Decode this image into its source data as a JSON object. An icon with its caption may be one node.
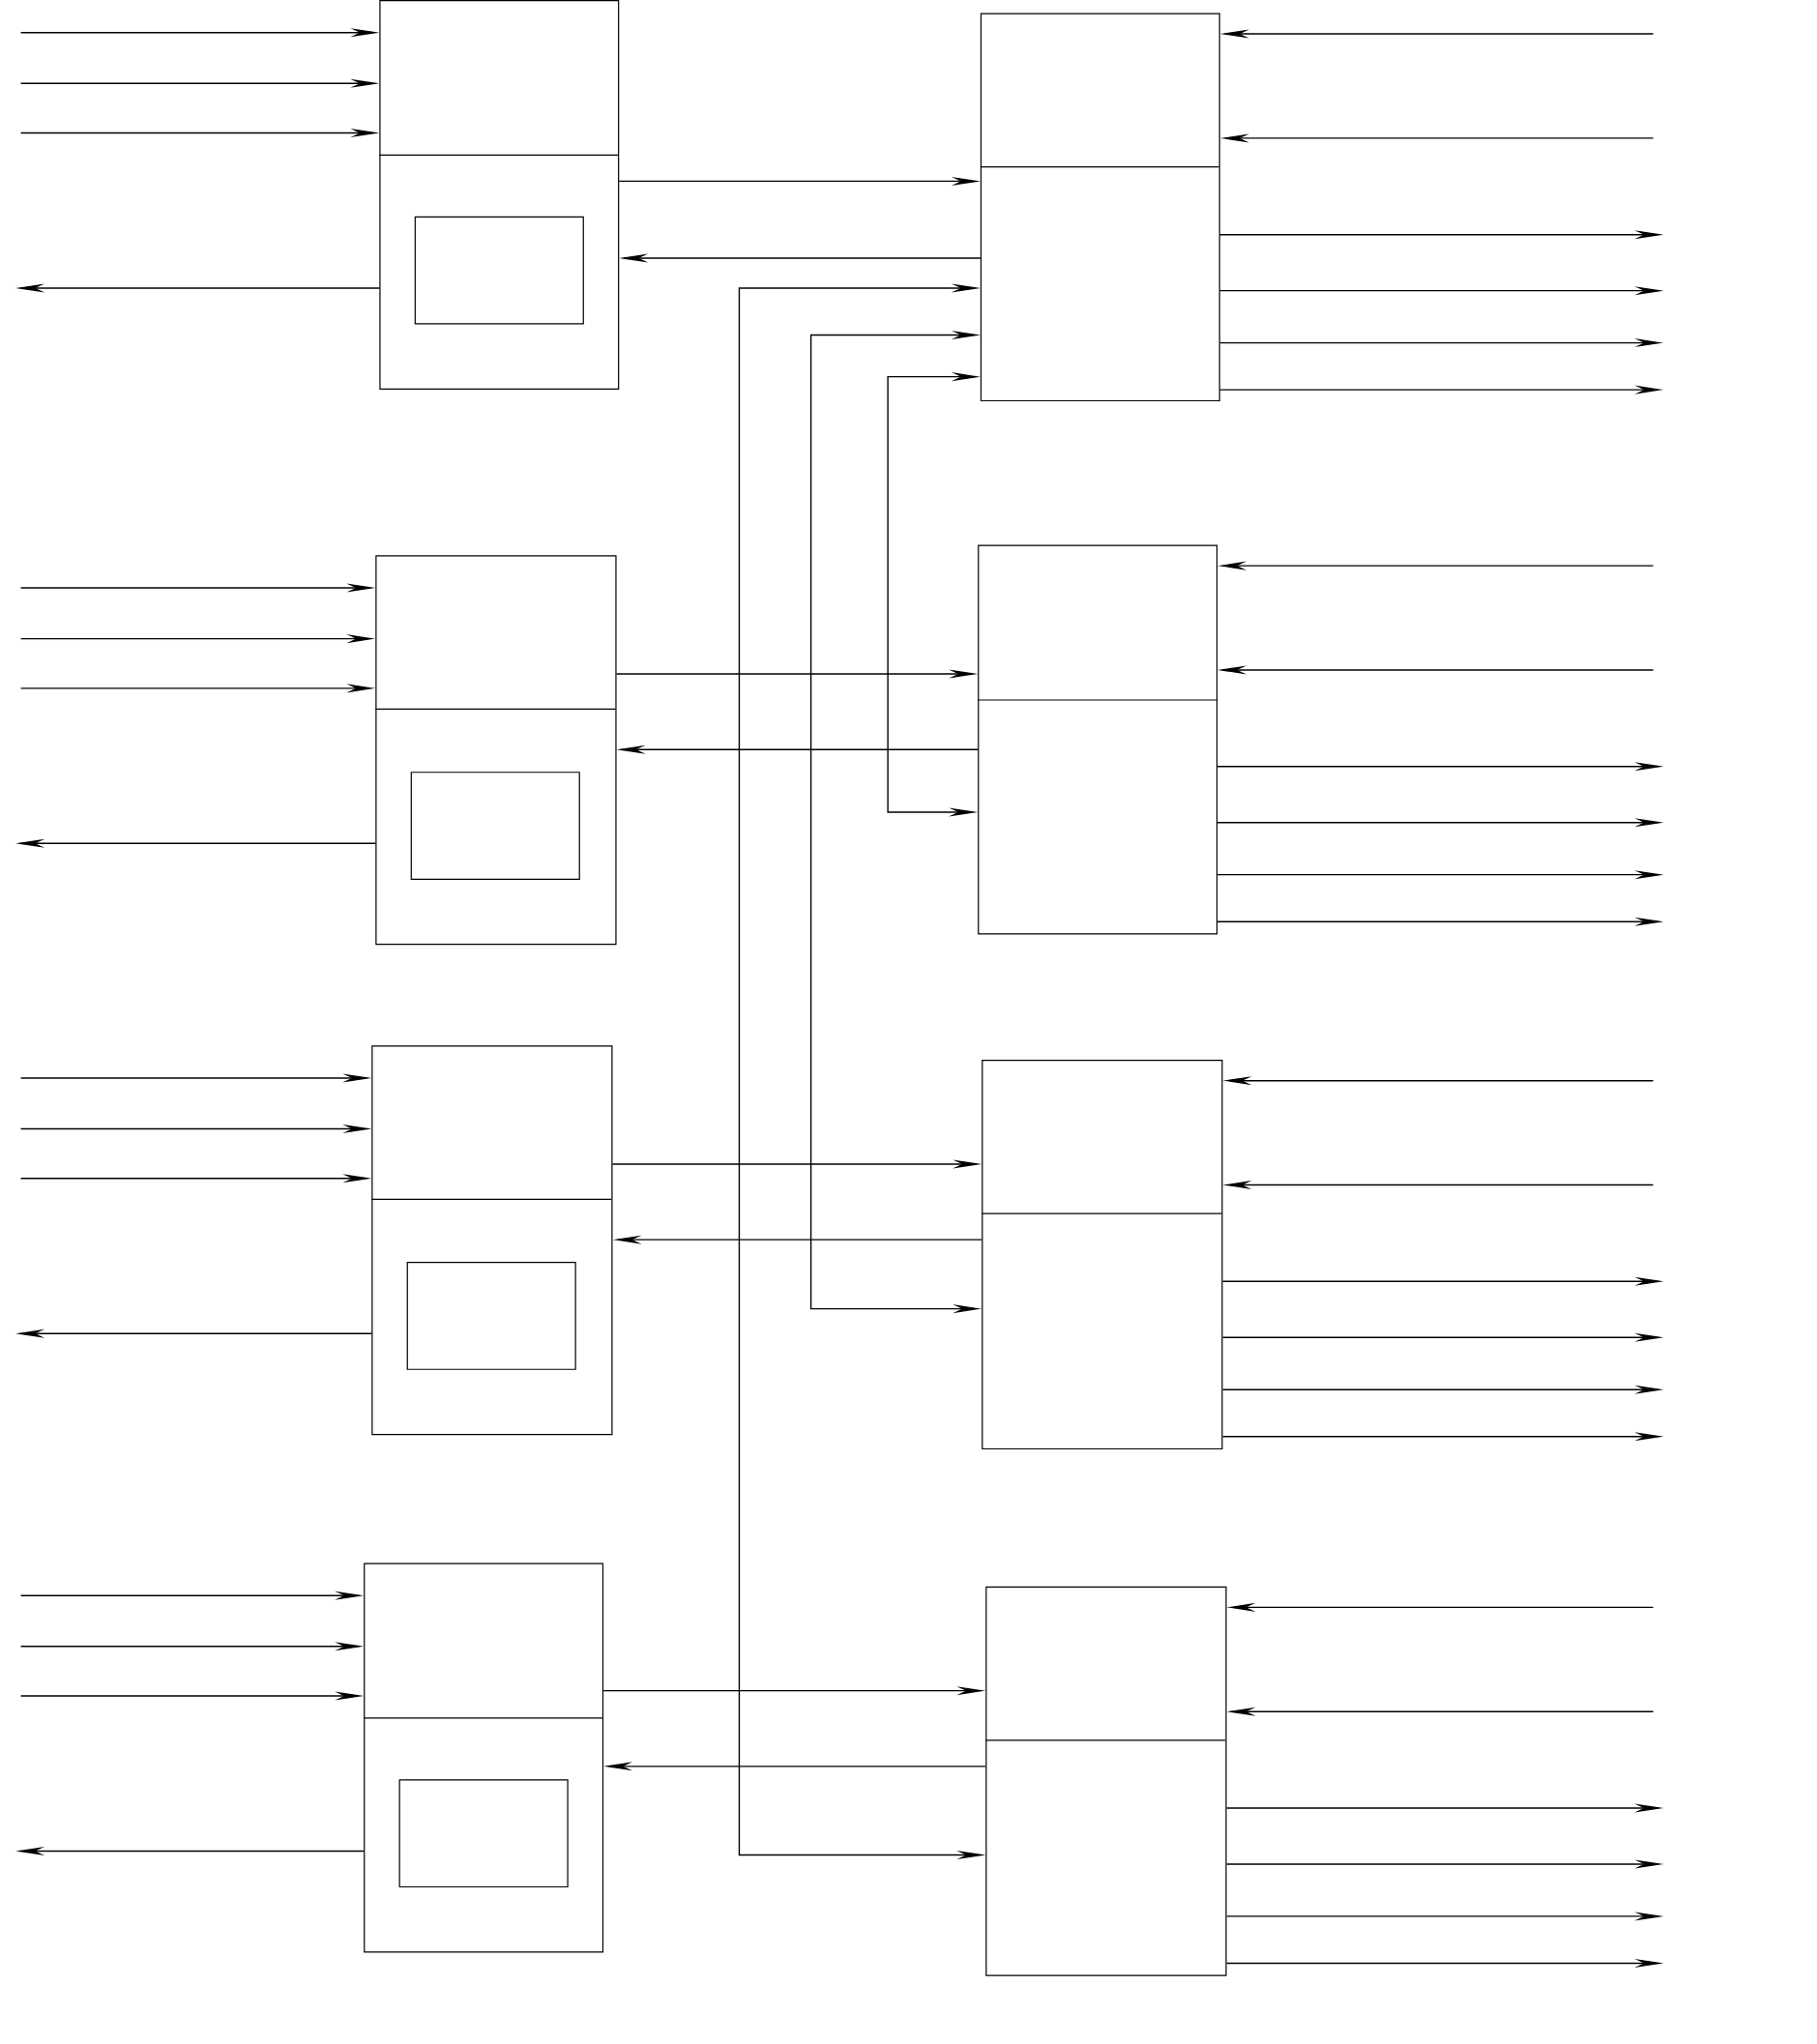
{
  "diagram": {
    "nodes": [
      {
        "text": [],
        "shape": "box"
      },
      {
        "text": [],
        "shape": "box",
        "in": 0
      },
      {
        "text": [],
        "shape": "box"
      },
      {
        "text": [],
        "shape": "box",
        "in": 2
      },
      {
        "text": [],
        "shape": "box"
      },
      {
        "text": [],
        "shape": "box",
        "in": 4
      },
      {
        "text": [],
        "shape": "box"
      },
      {
        "text": [],
        "shape": "box",
        "in": 6
      },
      {
        "text": [],
        "shape": "box"
      },
      {
        "text": [],
        "shape": "box"
      },
      {
        "text": [],
        "shape": "box"
      },
      {
        "text": [],
        "shape": "box"
      }
    ],
    "edges": [
      {
        "from": null,
        "to": 0,
        "arrow": "to"
      },
      {
        "from": null,
        "to": 0,
        "arrow": "to"
      },
      {
        "from": null,
        "to": 0,
        "arrow": "to"
      },
      {
        "from": 0,
        "to": null,
        "arrow": "to"
      },
      {
        "from": null,
        "to": 2,
        "arrow": "to"
      },
      {
        "from": null,
        "to": 2,
        "arrow": "to"
      },
      {
        "from": null,
        "to": 2,
        "arrow": "to"
      },
      {
        "from": 2,
        "to": null,
        "arrow": "to"
      },
      {
        "from": null,
        "to": 4,
        "arrow": "to"
      },
      {
        "from": null,
        "to": 4,
        "arrow": "to"
      },
      {
        "from": null,
        "to": 4,
        "arrow": "to"
      },
      {
        "from": 4,
        "to": null,
        "arrow": "to"
      },
      {
        "from": null,
        "to": 6,
        "arrow": "to"
      },
      {
        "from": null,
        "to": 6,
        "arrow": "to"
      },
      {
        "from": null,
        "to": 6,
        "arrow": "to"
      },
      {
        "from": 6,
        "to": null,
        "arrow": "to"
      },
      {
        "from": 0,
        "to": 8,
        "arrow": "to"
      },
      {
        "from": 8,
        "to": 0,
        "arrow": "to"
      },
      {
        "from": 2,
        "to": 9,
        "arrow": "to"
      },
      {
        "from": 9,
        "to": 2,
        "arrow": "to"
      },
      {
        "from": 4,
        "to": 10,
        "arrow": "to"
      },
      {
        "from": 10,
        "to": 4,
        "arrow": "to"
      },
      {
        "from": 6,
        "to": 11,
        "arrow": "to"
      },
      {
        "from": 11,
        "to": 6,
        "arrow": "to"
      },
      {
        "from": null,
        "to": 8,
        "arrow": "to"
      },
      {
        "from": null,
        "to": 8,
        "arrow": "to"
      },
      {
        "from": 8,
        "to": null,
        "arrow": "to"
      },
      {
        "from": 8,
        "to": null,
        "arrow": "to"
      },
      {
        "from": 8,
        "to": null,
        "arrow": "to"
      },
      {
        "from": 8,
        "to": null,
        "arrow": "to"
      },
      {
        "from": null,
        "to": 9,
        "arrow": "to"
      },
      {
        "from": null,
        "to": 9,
        "arrow": "to"
      },
      {
        "from": 9,
        "to": null,
        "arrow": "to"
      },
      {
        "from": 9,
        "to": null,
        "arrow": "to"
      },
      {
        "from": 9,
        "to": null,
        "arrow": "to"
      },
      {
        "from": 9,
        "to": null,
        "arrow": "to"
      },
      {
        "from": null,
        "to": 10,
        "arrow": "to"
      },
      {
        "from": null,
        "to": 10,
        "arrow": "to"
      },
      {
        "from": 10,
        "to": null,
        "arrow": "to"
      },
      {
        "from": 10,
        "to": null,
        "arrow": "to"
      },
      {
        "from": 10,
        "to": null,
        "arrow": "to"
      },
      {
        "from": 10,
        "to": null,
        "arrow": "to"
      },
      {
        "from": null,
        "to": 11,
        "arrow": "to"
      },
      {
        "from": null,
        "to": 11,
        "arrow": "to"
      },
      {
        "from": 11,
        "to": null,
        "arrow": "to"
      },
      {
        "from": 11,
        "to": null,
        "arrow": "to"
      },
      {
        "from": 11,
        "to": null,
        "arrow": "to"
      },
      {
        "from": 11,
        "to": null,
        "arrow": "to"
      },
      {
        "from": 8,
        "to": 11,
        "arrow": "both"
      },
      {
        "from": 8,
        "to": 10,
        "arrow": "both"
      },
      {
        "from": 8,
        "to": 9,
        "arrow": "both"
      }
    ]
  }
}
